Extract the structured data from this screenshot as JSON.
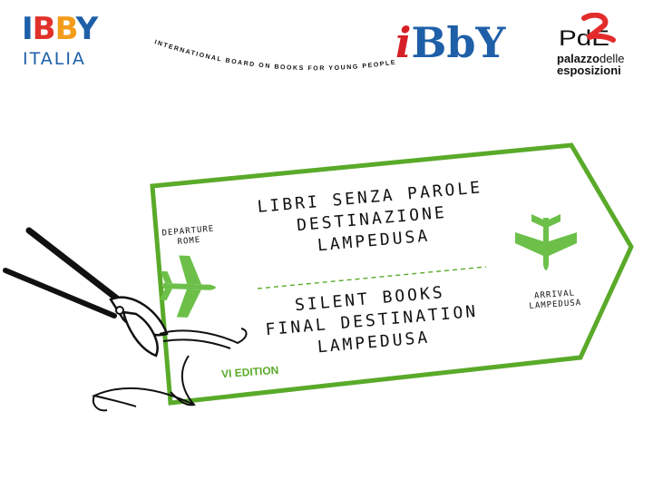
{
  "header": {
    "ibby_italia_logo": {
      "line1": [
        "I",
        "B",
        "B",
        "Y"
      ],
      "line2": "ITALIA"
    },
    "motto": "INTERNATIONAL BOARD ON BOOKS FOR YOUNG PEOPLE",
    "ibby_logo": [
      "i",
      "B",
      "b",
      "Y"
    ],
    "pde_logo": {
      "mark": "PdE",
      "line1_bold": "palazzo",
      "line1_light": "delle",
      "line2": "esposizioni"
    }
  },
  "ticket": {
    "departure": {
      "line1": "DEPARTURE",
      "line2": "ROME"
    },
    "arrival": {
      "line1": "ARRIVAL",
      "line2": "LAMPEDUSA"
    },
    "italian_title": [
      "LIBRI SENZA PAROLE",
      "DESTINAZIONE",
      "LAMPEDUSA"
    ],
    "english_title": [
      "SILENT BOOKS",
      "FINAL DESTINATION",
      "LAMPEDUSA"
    ],
    "edition": "VI EDITION"
  },
  "colors": {
    "green": "#5aaa2a",
    "plane_green": "#6cc04a",
    "ibby_blue": "#1e5fa8",
    "ibby_red": "#d61f26",
    "pde_red": "#e32b2b"
  },
  "icons": [
    "plane-icon-departure",
    "plane-icon-arrival",
    "scissors-icon",
    "ribbon-icon"
  ]
}
